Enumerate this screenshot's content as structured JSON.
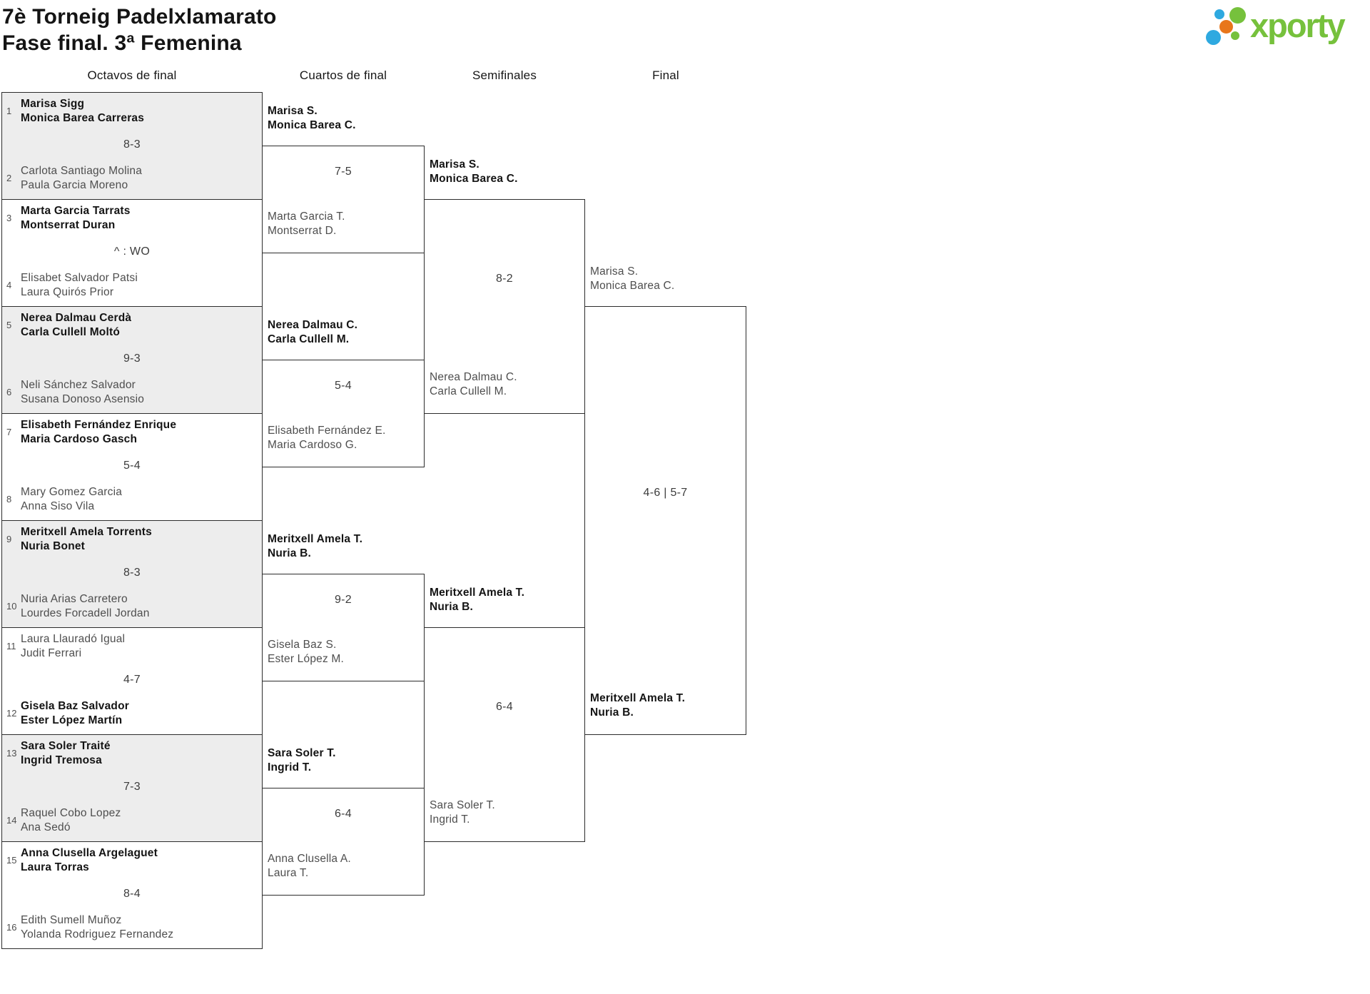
{
  "title": {
    "line1": "7è Torneig Padelxlamarato",
    "line2": "Fase final. 3ª Femenina"
  },
  "logo": {
    "text": "xporty",
    "colors": {
      "green": "#76c13c",
      "blue": "#2ea9e0",
      "orange": "#e8761b"
    }
  },
  "colors": {
    "page_bg": "#ffffff",
    "box_alt_bg": "#ededed",
    "box_border": "#2c2c2c",
    "winner_text": "#141414",
    "loser_text": "#4e4e4e",
    "score_text": "#3c3c3c"
  },
  "round_headers": [
    "Octavos de final",
    "Cuartos de final",
    "Semifinales",
    "Final"
  ],
  "rounds": {
    "octavos": {
      "matches": [
        {
          "top": {
            "seed": "1",
            "players": [
              "Marisa Sigg",
              "Monica Barea Carreras"
            ],
            "winner": true
          },
          "score": "8-3",
          "bottom": {
            "seed": "2",
            "players": [
              "Carlota Santiago Molina",
              "Paula Garcia Moreno"
            ],
            "winner": false
          }
        },
        {
          "top": {
            "seed": "3",
            "players": [
              "Marta Garcia Tarrats",
              "Montserrat Duran"
            ],
            "winner": true
          },
          "score": "^ : WO",
          "bottom": {
            "seed": "4",
            "players": [
              "Elisabet Salvador Patsi",
              "Laura Quirós Prior"
            ],
            "winner": false
          }
        },
        {
          "top": {
            "seed": "5",
            "players": [
              "Nerea Dalmau Cerdà",
              "Carla Cullell Moltó"
            ],
            "winner": true
          },
          "score": "9-3",
          "bottom": {
            "seed": "6",
            "players": [
              "Neli Sánchez Salvador",
              "Susana Donoso Asensio"
            ],
            "winner": false
          }
        },
        {
          "top": {
            "seed": "7",
            "players": [
              "Elisabeth Fernández Enrique",
              "Maria Cardoso Gasch"
            ],
            "winner": true
          },
          "score": "5-4",
          "bottom": {
            "seed": "8",
            "players": [
              "Mary Gomez Garcia",
              "Anna Siso Vila"
            ],
            "winner": false
          }
        },
        {
          "top": {
            "seed": "9",
            "players": [
              "Meritxell Amela Torrents",
              "Nuria Bonet"
            ],
            "winner": true
          },
          "score": "8-3",
          "bottom": {
            "seed": "10",
            "players": [
              "Nuria Arias Carretero",
              "Lourdes Forcadell Jordan"
            ],
            "winner": false
          }
        },
        {
          "top": {
            "seed": "11",
            "players": [
              "Laura Llauradó Igual",
              "Judit Ferrari"
            ],
            "winner": false
          },
          "score": "4-7",
          "bottom": {
            "seed": "12",
            "players": [
              "Gisela Baz Salvador",
              "Ester López Martín"
            ],
            "winner": true
          }
        },
        {
          "top": {
            "seed": "13",
            "players": [
              "Sara Soler Traité",
              "Ingrid Tremosa"
            ],
            "winner": true
          },
          "score": "7-3",
          "bottom": {
            "seed": "14",
            "players": [
              "Raquel Cobo Lopez",
              "Ana Sedó"
            ],
            "winner": false
          }
        },
        {
          "top": {
            "seed": "15",
            "players": [
              "Anna Clusella Argelaguet",
              "Laura Torras"
            ],
            "winner": true
          },
          "score": "8-4",
          "bottom": {
            "seed": "16",
            "players": [
              "Edith Sumell Muñoz",
              "Yolanda Rodriguez Fernandez"
            ],
            "winner": false
          }
        }
      ]
    },
    "cuartos": {
      "matches": [
        {
          "top": {
            "players": [
              "Marisa S.",
              "Monica Barea C."
            ],
            "winner": true
          },
          "score": "7-5",
          "bottom": {
            "players": [
              "Marta Garcia T.",
              "Montserrat D."
            ],
            "winner": false
          }
        },
        {
          "top": {
            "players": [
              "Nerea Dalmau C.",
              "Carla Cullell M."
            ],
            "winner": true
          },
          "score": "5-4",
          "bottom": {
            "players": [
              "Elisabeth Fernández E.",
              "Maria Cardoso G."
            ],
            "winner": false
          }
        },
        {
          "top": {
            "players": [
              "Meritxell Amela T.",
              "Nuria B."
            ],
            "winner": true
          },
          "score": "9-2",
          "bottom": {
            "players": [
              "Gisela Baz S.",
              "Ester López M."
            ],
            "winner": false
          }
        },
        {
          "top": {
            "players": [
              "Sara Soler T.",
              "Ingrid T."
            ],
            "winner": true
          },
          "score": "6-4",
          "bottom": {
            "players": [
              "Anna Clusella A.",
              "Laura T."
            ],
            "winner": false
          }
        }
      ]
    },
    "semifinales": {
      "matches": [
        {
          "top": {
            "players": [
              "Marisa S.",
              "Monica Barea C."
            ],
            "winner": true
          },
          "score": "8-2",
          "bottom": {
            "players": [
              "Nerea Dalmau C.",
              "Carla Cullell M."
            ],
            "winner": false
          }
        },
        {
          "top": {
            "players": [
              "Meritxell Amela T.",
              "Nuria B."
            ],
            "winner": true
          },
          "score": "6-4",
          "bottom": {
            "players": [
              "Sara Soler T.",
              "Ingrid T."
            ],
            "winner": false
          }
        }
      ]
    },
    "final": {
      "matches": [
        {
          "top": {
            "players": [
              "Marisa S.",
              "Monica Barea C."
            ],
            "winner": false
          },
          "score": "4-6 | 5-7",
          "bottom": {
            "players": [
              "Meritxell Amela T.",
              "Nuria B."
            ],
            "winner": true
          }
        }
      ]
    }
  }
}
